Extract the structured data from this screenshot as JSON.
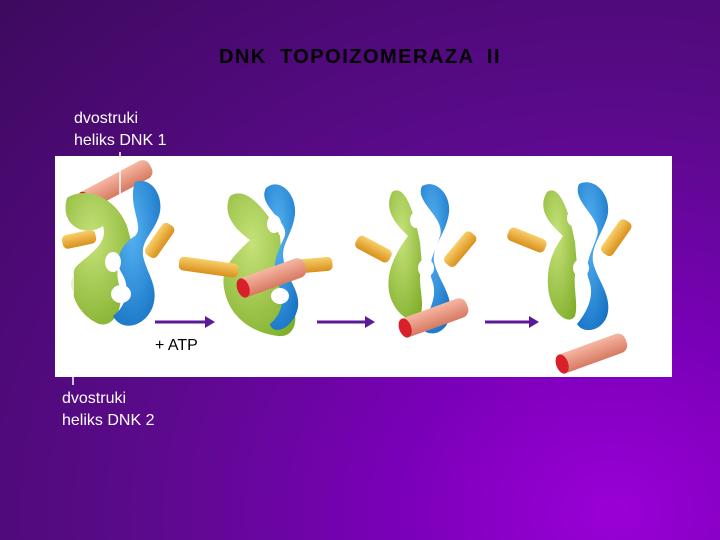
{
  "title": "DNK  TOPOIZOMERAZA  II",
  "labels": {
    "helix1_line1": "dvostruki",
    "helix1_line2": "heliks DNK 1",
    "helix2_line1": "dvostruki",
    "helix2_line2": "heliks DNK 2",
    "atp": "+ ATP"
  },
  "colors": {
    "background": "#5a0a8a",
    "enzyme_green": "#9bc83a",
    "enzyme_blue": "#1e8ee0",
    "dna1_orange": "#f2b233",
    "dna2_salmon": "#ef9a82",
    "dna2_cap_red": "#d8202a",
    "arrow": "#5a1a9a"
  }
}
